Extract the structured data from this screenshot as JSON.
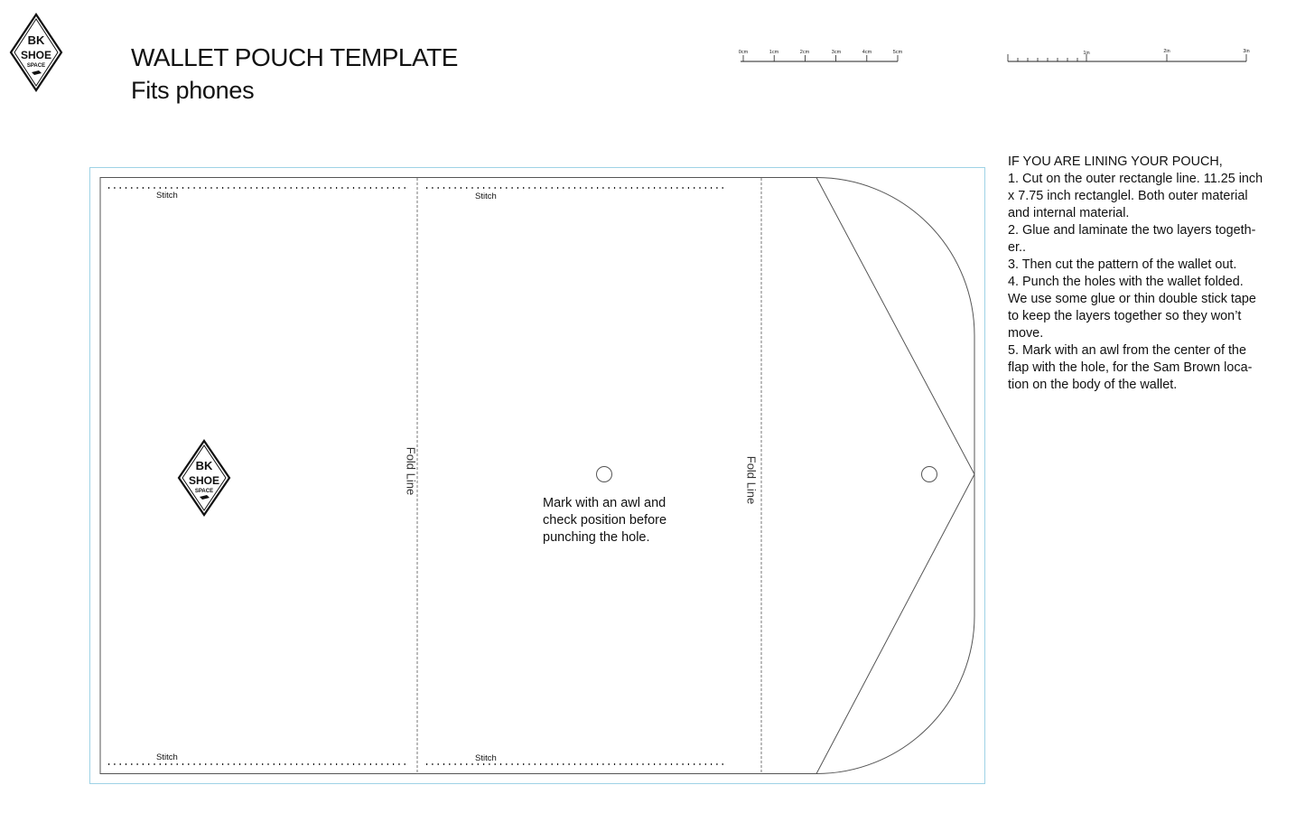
{
  "header": {
    "title": "WALLET POUCH TEMPLATE",
    "subtitle": "Fits phones"
  },
  "logo": {
    "line1": "BK",
    "line2": "SHOE",
    "line3": "SPACE"
  },
  "rulers": {
    "metric": [
      "0cm",
      "1cm",
      "2cm",
      "3cm",
      "4cm",
      "5cm"
    ],
    "imperial": [
      "1in",
      "2in",
      "3in"
    ]
  },
  "template": {
    "stitch_labels": [
      "Stitch",
      "Stitch",
      "Stitch",
      "Stitch"
    ],
    "fold_labels": [
      "Fold Line",
      "Fold Line"
    ],
    "awl_note_lines": [
      "Mark with an awl and",
      "check position before",
      "punching the hole."
    ]
  },
  "instructions": {
    "lines": [
      "IF YOU ARE LINING YOUR POUCH,",
      "1. Cut on the outer rectangle line. 11.25 inch",
      "x 7.75 inch rectanglel. Both outer material",
      "and internal material.",
      "2. Glue and laminate the two layers togeth-",
      "er..",
      "3. Then cut the pattern of the wallet out.",
      "4. Punch the holes with the wallet folded.",
      "We use some glue or thin double stick tape",
      "to keep the layers together so they won’t",
      "move.",
      "5. Mark with an awl from the center of the",
      "flap with the hole, for the Sam Brown loca-",
      "tion on the body of the wallet."
    ]
  }
}
